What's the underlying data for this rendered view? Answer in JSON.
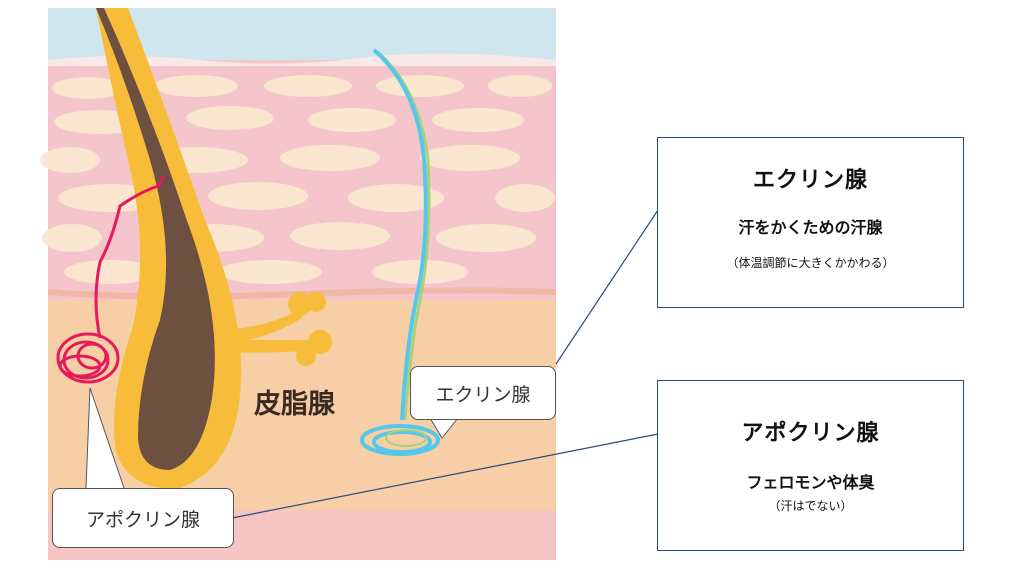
{
  "labels": {
    "sebaceous": "皮脂腺",
    "eccrine_callout": "エクリン腺",
    "apocrine_callout": "アポクリン腺"
  },
  "eccrine_box": {
    "title": "エクリン腺",
    "desc": "汗をかくための汗腺",
    "note": "（体温調節に大きくかかわる）"
  },
  "apocrine_box": {
    "title": "アポクリン腺",
    "desc": "フェロモンや体臭",
    "note": "（汗はでない）"
  },
  "colors": {
    "epidermis_top": "#cfe6ee",
    "dermis_pink": "#f4c6cc",
    "cell_cream": "#fbe6c8",
    "subcutaneous": "#f7cfa1",
    "hair_shaft": "#6e5041",
    "follicle_yellow": "#f7bd3a",
    "eccrine_blue": "#55c7ea",
    "apocrine_red": "#e8195a",
    "box_border": "#2e4a7a"
  }
}
